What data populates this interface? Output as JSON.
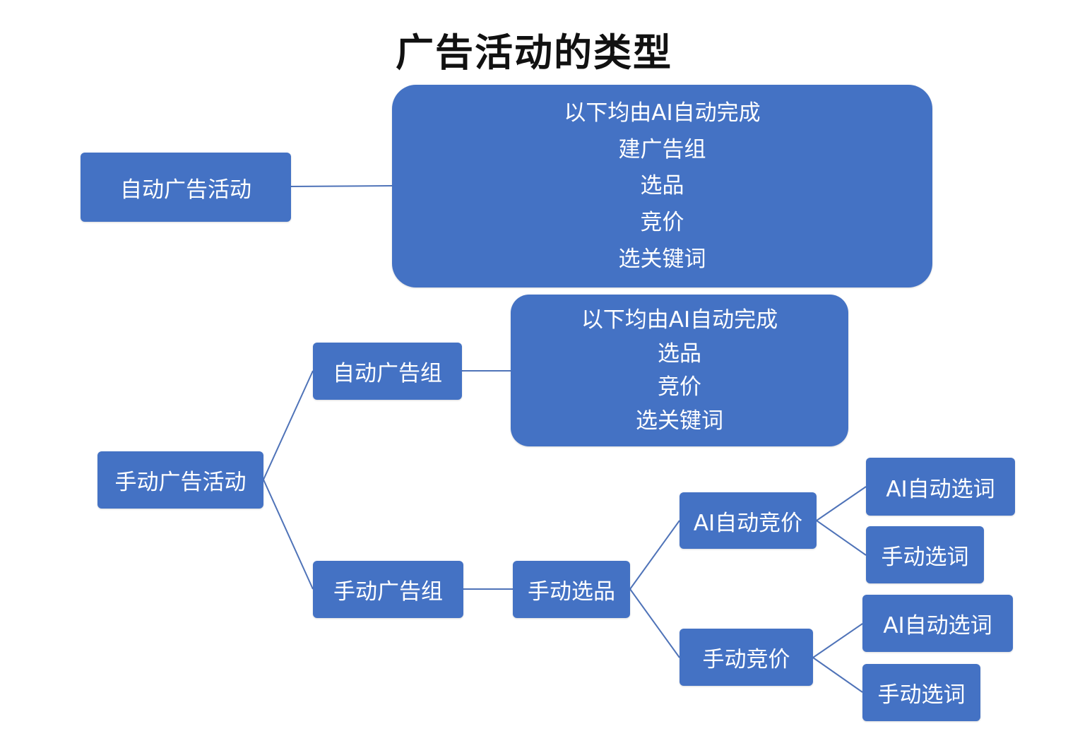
{
  "title": "广告活动的类型",
  "nodes": {
    "auto_campaign": "自动广告活动",
    "auto_campaign_ai_box": {
      "lines": [
        "以下均由AI自动完成",
        "建广告组",
        "选品",
        "竞价",
        "选关键词"
      ]
    },
    "manual_campaign": "手动广告活动",
    "auto_ad_group": "自动广告组",
    "auto_ad_group_ai_box": {
      "lines": [
        "以下均由AI自动完成",
        "选品",
        "竞价",
        "选关键词"
      ]
    },
    "manual_ad_group": "手动广告组",
    "manual_product_selection": "手动选品",
    "ai_auto_bidding": "AI自动竞价",
    "ai_auto_bidding_ai_keywords": "AI自动选词",
    "ai_auto_bidding_manual_keywords": "手动选词",
    "manual_bidding": "手动竞价",
    "manual_bidding_ai_keywords": "AI自动选词",
    "manual_bidding_manual_keywords": "手动选词"
  },
  "colors": {
    "node_fill": "#4472c4",
    "connector": "#4f73b8",
    "node_text": "#ffffff",
    "title_text": "#111111"
  }
}
